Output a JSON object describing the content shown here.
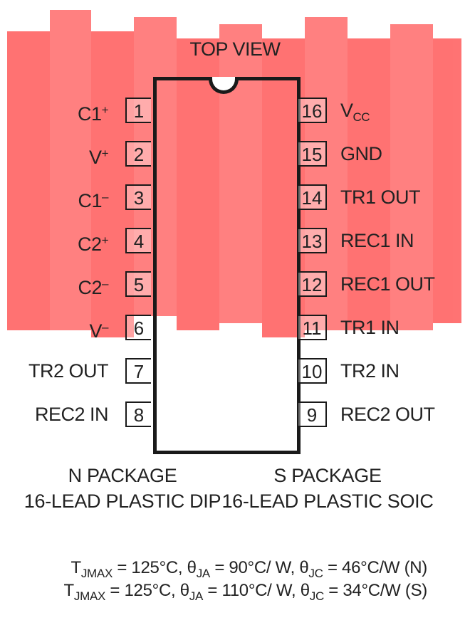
{
  "title": "TOP VIEW",
  "pins_left": [
    {
      "num": "1",
      "name": "C1",
      "sup": "+",
      "sub": ""
    },
    {
      "num": "2",
      "name": "V",
      "sup": "+",
      "sub": ""
    },
    {
      "num": "3",
      "name": "C1",
      "sup": "–",
      "sub": ""
    },
    {
      "num": "4",
      "name": "C2",
      "sup": "+",
      "sub": ""
    },
    {
      "num": "5",
      "name": "C2",
      "sup": "–",
      "sub": ""
    },
    {
      "num": "6",
      "name": "V",
      "sup": "–",
      "sub": ""
    },
    {
      "num": "7",
      "name": "TR2 OUT",
      "sup": "",
      "sub": ""
    },
    {
      "num": "8",
      "name": "REC2 IN",
      "sup": "",
      "sub": ""
    }
  ],
  "pins_right": [
    {
      "num": "16",
      "name": "V",
      "sup": "",
      "sub": "CC"
    },
    {
      "num": "15",
      "name": "GND",
      "sup": "",
      "sub": ""
    },
    {
      "num": "14",
      "name": "TR1 OUT",
      "sup": "",
      "sub": ""
    },
    {
      "num": "13",
      "name": "REC1 IN",
      "sup": "",
      "sub": ""
    },
    {
      "num": "12",
      "name": "REC1 OUT",
      "sup": "",
      "sub": ""
    },
    {
      "num": "11",
      "name": "TR1 IN",
      "sup": "",
      "sub": ""
    },
    {
      "num": "10",
      "name": "TR2 IN",
      "sup": "",
      "sub": ""
    },
    {
      "num": "9",
      "name": "REC2 OUT",
      "sup": "",
      "sub": ""
    }
  ],
  "packages": {
    "n_line1": "N PACKAGE",
    "n_line2": "16-LEAD PLASTIC DIP",
    "s_line1": "S PACKAGE",
    "s_line2": "16-LEAD PLASTIC SOIC"
  },
  "thermal": [
    {
      "tj": "T",
      "tj_sub": "JMAX",
      "tj_val": " = 125°C, ",
      "ja": "θ",
      "ja_sub": "JA",
      "ja_val": " = 90°C/ W, ",
      "jc": "θ",
      "jc_sub": "JC",
      "jc_val": " = 46°C/W (N)"
    },
    {
      "tj": "T",
      "tj_sub": "JMAX",
      "tj_val": " = 125°C, ",
      "ja": "θ",
      "ja_sub": "JA",
      "ja_val": " = 110°C/ W, ",
      "jc": "θ",
      "jc_sub": "JC",
      "jc_val": " = 34°C/W (S)"
    }
  ],
  "colors": {
    "watermark": "#ff5a5a",
    "ink": "#1a1a1a"
  }
}
